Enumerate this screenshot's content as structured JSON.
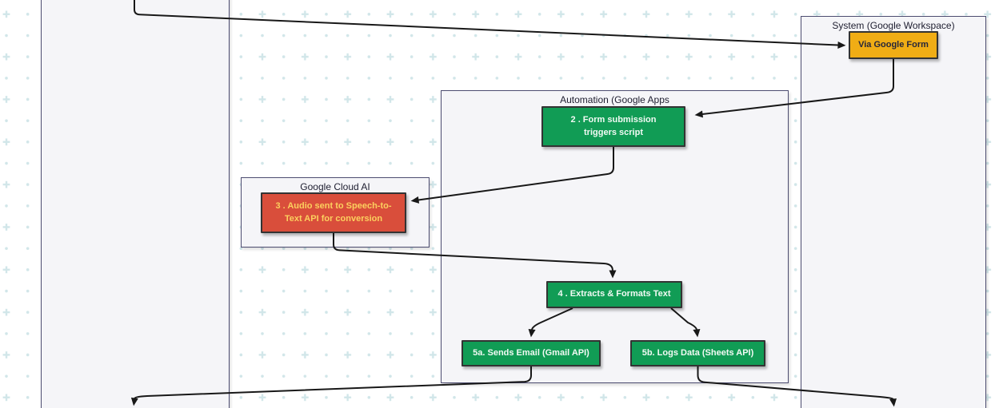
{
  "diagram": {
    "background": {
      "pattern": "plus-dot-grid",
      "pattern_color": "#d1e6e9",
      "canvas_color": "#ffffff"
    },
    "colors": {
      "container_fill": "#f5f5f8",
      "container_border": "#4c4c70",
      "node_green": "#119c55",
      "node_yellow": "#f0ad15",
      "node_red": "#d94e3b",
      "node_border": "#333333",
      "red_node_text": "#fcd05e",
      "green_node_text": "#f2faf4",
      "edge_color": "#181818"
    },
    "containers": [
      {
        "id": "left-group",
        "title": ""
      },
      {
        "id": "google-cloud-ai",
        "title": "Google Cloud AI"
      },
      {
        "id": "automation",
        "title": "Automation (Google Apps"
      },
      {
        "id": "system",
        "title": "System (Google Workspace)"
      }
    ],
    "nodes": [
      {
        "id": "via-google-form",
        "type": "yellow",
        "label": "Via Google Form"
      },
      {
        "id": "step-2",
        "type": "green",
        "label": "2 . Form submission\ntriggers script"
      },
      {
        "id": "step-3",
        "type": "red",
        "label": "3 . Audio sent to Speech-to-\nText API for conversion"
      },
      {
        "id": "step-4",
        "type": "green",
        "label": "4 . Extracts & Formats Text"
      },
      {
        "id": "step-5a",
        "type": "green",
        "label": "5a. Sends Email (Gmail API)"
      },
      {
        "id": "step-5b",
        "type": "green",
        "label": "5b. Logs Data (Sheets API)"
      }
    ],
    "edges": [
      {
        "from": "offscreen-left-top",
        "to": "via-google-form"
      },
      {
        "from": "via-google-form",
        "to": "step-2"
      },
      {
        "from": "step-2",
        "to": "step-3"
      },
      {
        "from": "step-3",
        "to": "step-4"
      },
      {
        "from": "step-4",
        "to": "step-5a"
      },
      {
        "from": "step-4",
        "to": "step-5b"
      },
      {
        "from": "step-5a",
        "to": "offscreen-left-bottom"
      },
      {
        "from": "step-5b",
        "to": "offscreen-right-bottom"
      }
    ]
  }
}
